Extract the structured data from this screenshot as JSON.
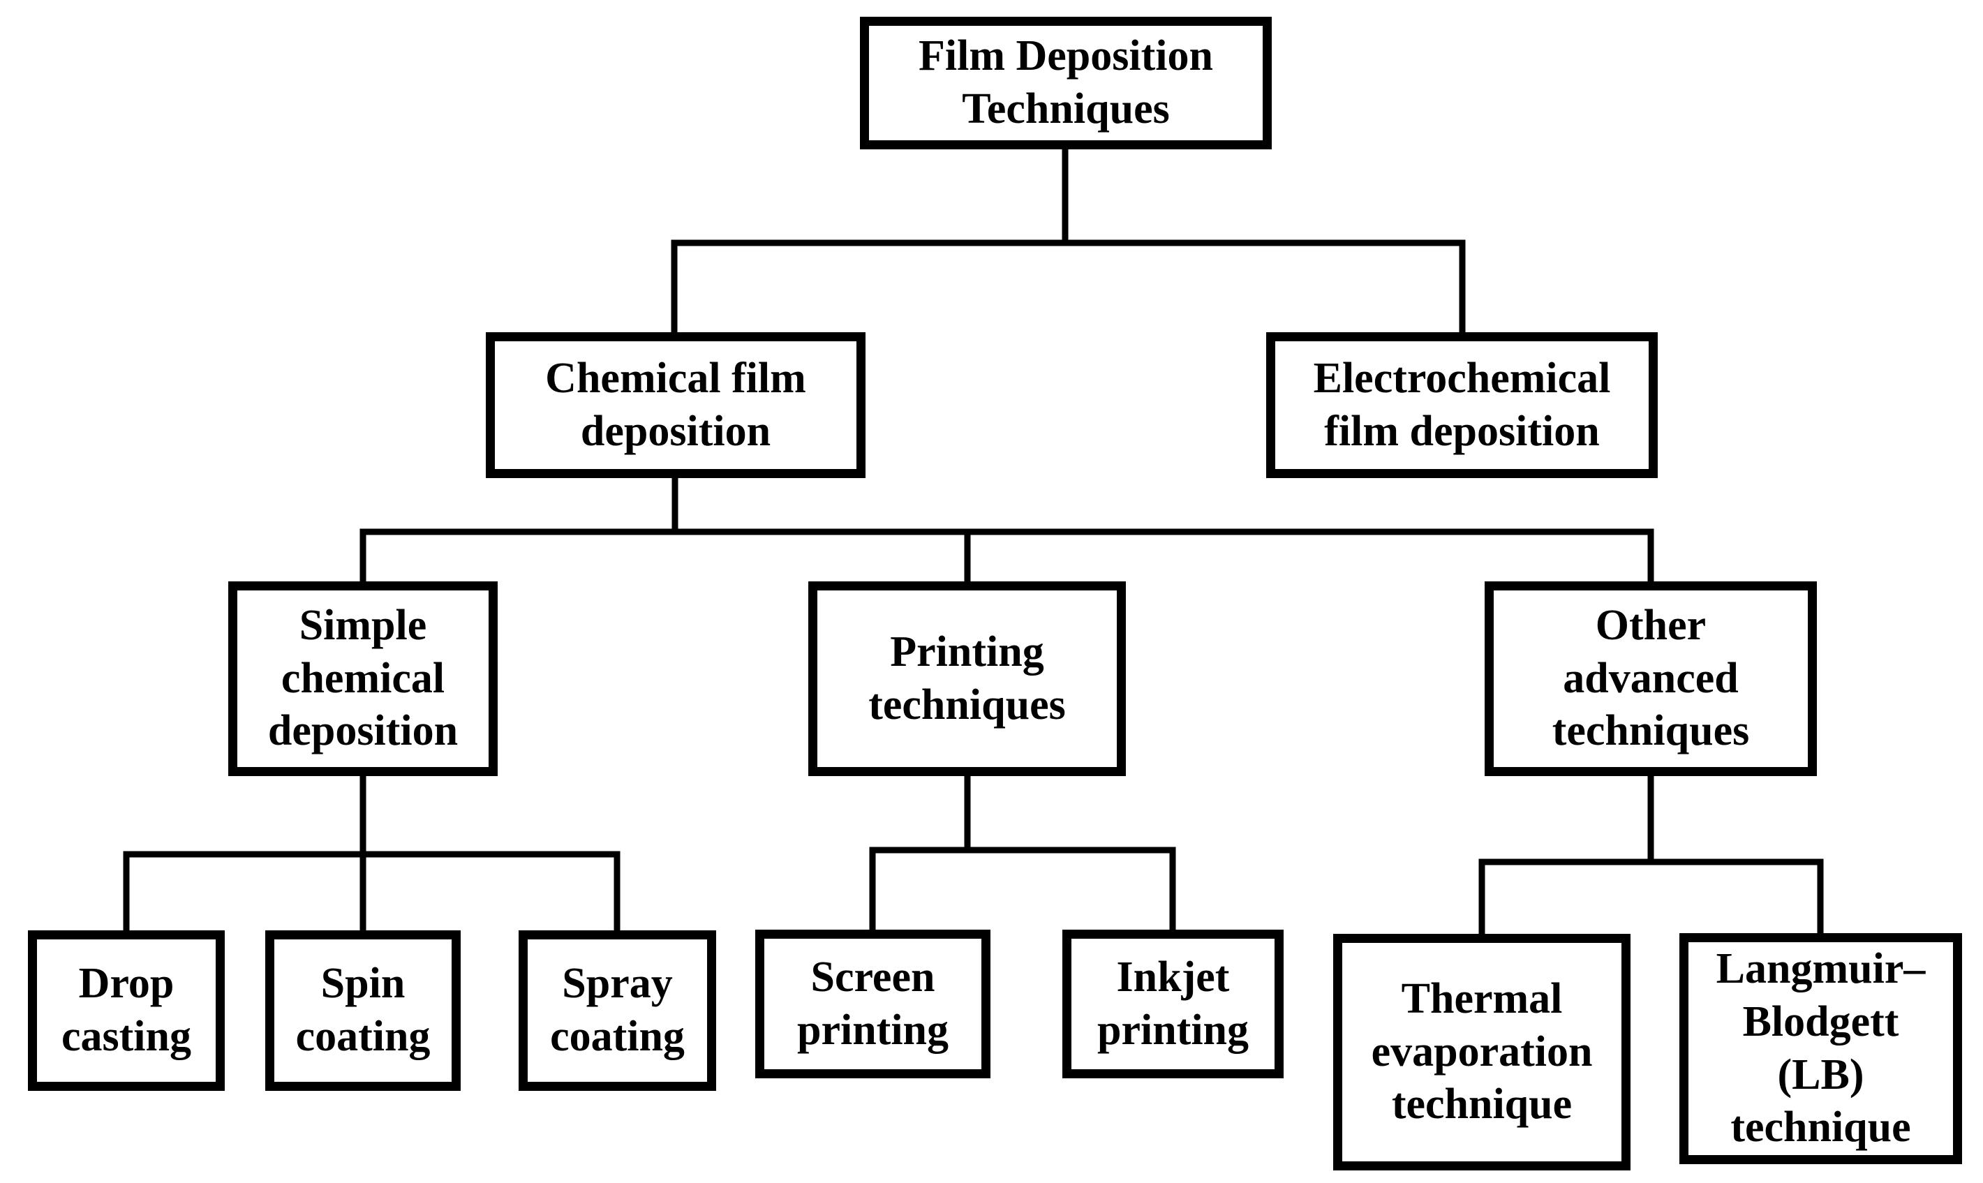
{
  "diagram": {
    "title": "Film Deposition Techniques",
    "background_color": "#ffffff",
    "box_border_color": "#000000",
    "line_color": "#000000",
    "text_color": "#000000",
    "nodes": {
      "root": {
        "label": "Film Deposition\nTechniques"
      },
      "chemical": {
        "label": "Chemical film\ndeposition"
      },
      "electrochemical": {
        "label": "Electrochemical\nfilm deposition"
      },
      "simple_chemical": {
        "label": "Simple\nchemical\ndeposition"
      },
      "printing": {
        "label": "Printing\ntechniques"
      },
      "other_advanced": {
        "label": "Other\nadvanced\ntechniques"
      },
      "drop_casting": {
        "label": "Drop\ncasting"
      },
      "spin_coating": {
        "label": "Spin\ncoating"
      },
      "spray_coating": {
        "label": "Spray\ncoating"
      },
      "screen_printing": {
        "label": "Screen\nprinting"
      },
      "inkjet_printing": {
        "label": "Inkjet\nprinting"
      },
      "thermal_evaporation": {
        "label": "Thermal\nevaporation\ntechnique"
      },
      "langmuir_blodgett": {
        "label": "Langmuir–\nBlodgett\n(LB)\ntechnique"
      }
    },
    "edges": [
      {
        "from": "root",
        "to": "chemical"
      },
      {
        "from": "root",
        "to": "electrochemical"
      },
      {
        "from": "chemical",
        "to": "simple_chemical"
      },
      {
        "from": "chemical",
        "to": "printing"
      },
      {
        "from": "chemical",
        "to": "other_advanced"
      },
      {
        "from": "simple_chemical",
        "to": "drop_casting"
      },
      {
        "from": "simple_chemical",
        "to": "spin_coating"
      },
      {
        "from": "simple_chemical",
        "to": "spray_coating"
      },
      {
        "from": "printing",
        "to": "screen_printing"
      },
      {
        "from": "printing",
        "to": "inkjet_printing"
      },
      {
        "from": "other_advanced",
        "to": "thermal_evaporation"
      },
      {
        "from": "other_advanced",
        "to": "langmuir_blodgett"
      }
    ]
  }
}
